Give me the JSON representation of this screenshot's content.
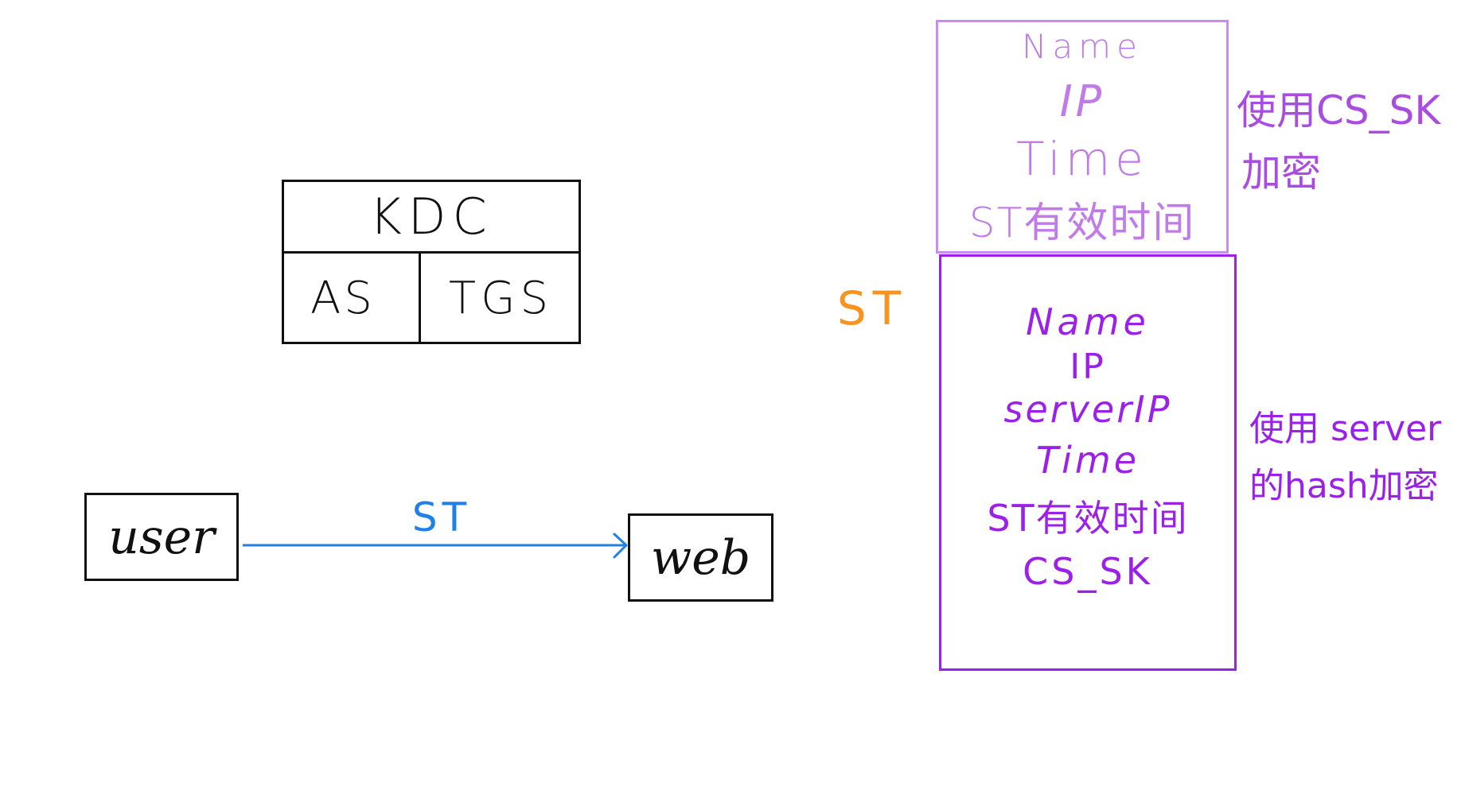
{
  "kdc": {
    "title": "KDC",
    "as": "AS",
    "tgs": "TGS"
  },
  "nodes": {
    "user": "user",
    "web": "web"
  },
  "arrow": {
    "label": "ST",
    "color": "#1f80e8"
  },
  "st_label": {
    "text": "ST",
    "color": "#f7931e"
  },
  "upper_block": {
    "color": "#c07be8",
    "fields": [
      "Name",
      "IP",
      "Time",
      "ST有效时间"
    ],
    "note_line1": "使用CS_SK",
    "note_line2": "加密"
  },
  "lower_block": {
    "color": "#9b20e8",
    "fields": [
      "Name",
      "IP",
      "serverIP",
      "Time",
      "ST有效时间",
      "CS_SK"
    ],
    "note_line1": "使用 server",
    "note_line2": "的hash加密"
  }
}
